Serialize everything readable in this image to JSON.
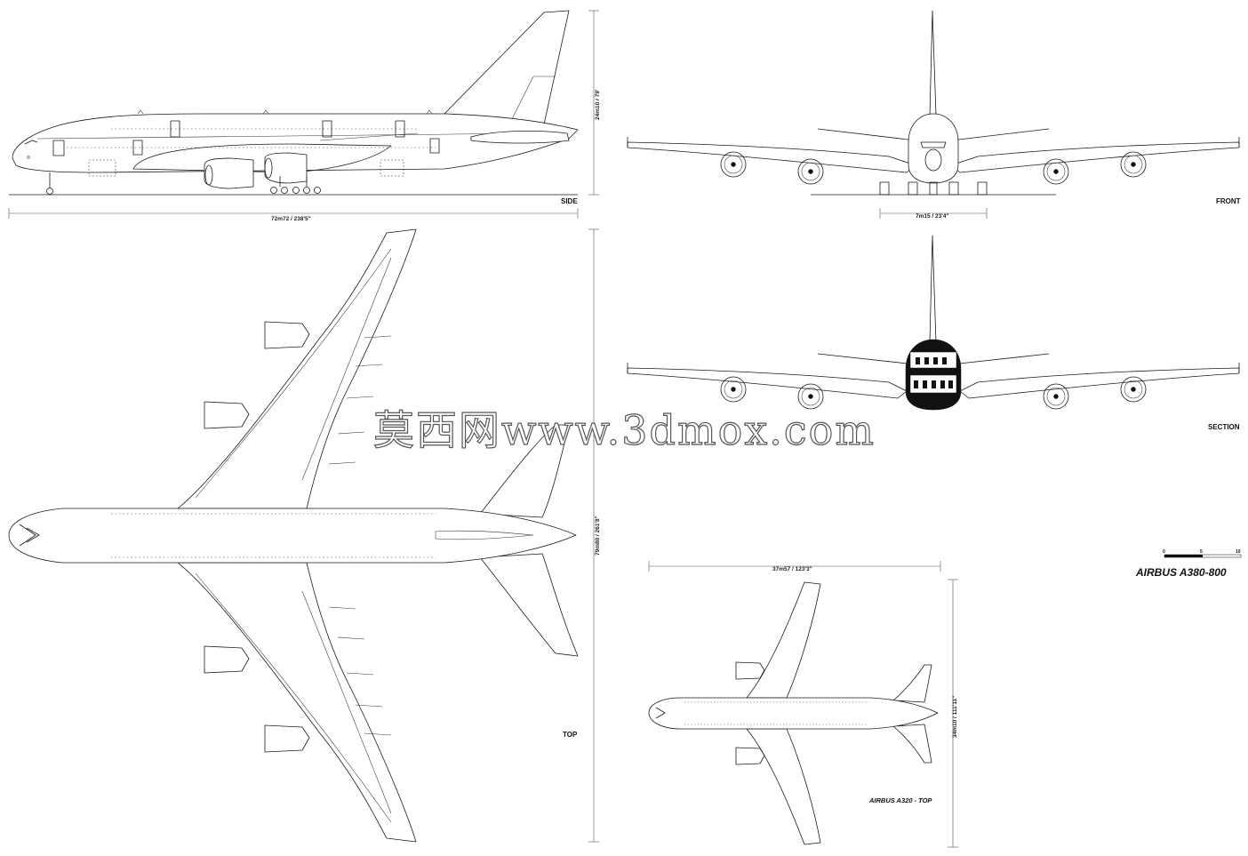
{
  "labels": {
    "side": "SIDE",
    "front": "FRONT",
    "section": "SECTION",
    "top": "TOP",
    "title": "AIRBUS A380-800",
    "a320_title": "AIRBUS A320 - TOP"
  },
  "dimensions": {
    "side_length": "72m72 / 238'5\"",
    "side_height": "24m10 / 79'",
    "front_gear": "7m15 / 23'4\"",
    "top_span": "79m80 / 261'8\"",
    "a320_length": "37m57 / 123'3\"",
    "a320_span": "34m10 / 111'11\""
  },
  "scale_bar": {
    "marks": [
      "0",
      "5",
      "10"
    ]
  },
  "watermark": "莫西网www.3dmox.com"
}
